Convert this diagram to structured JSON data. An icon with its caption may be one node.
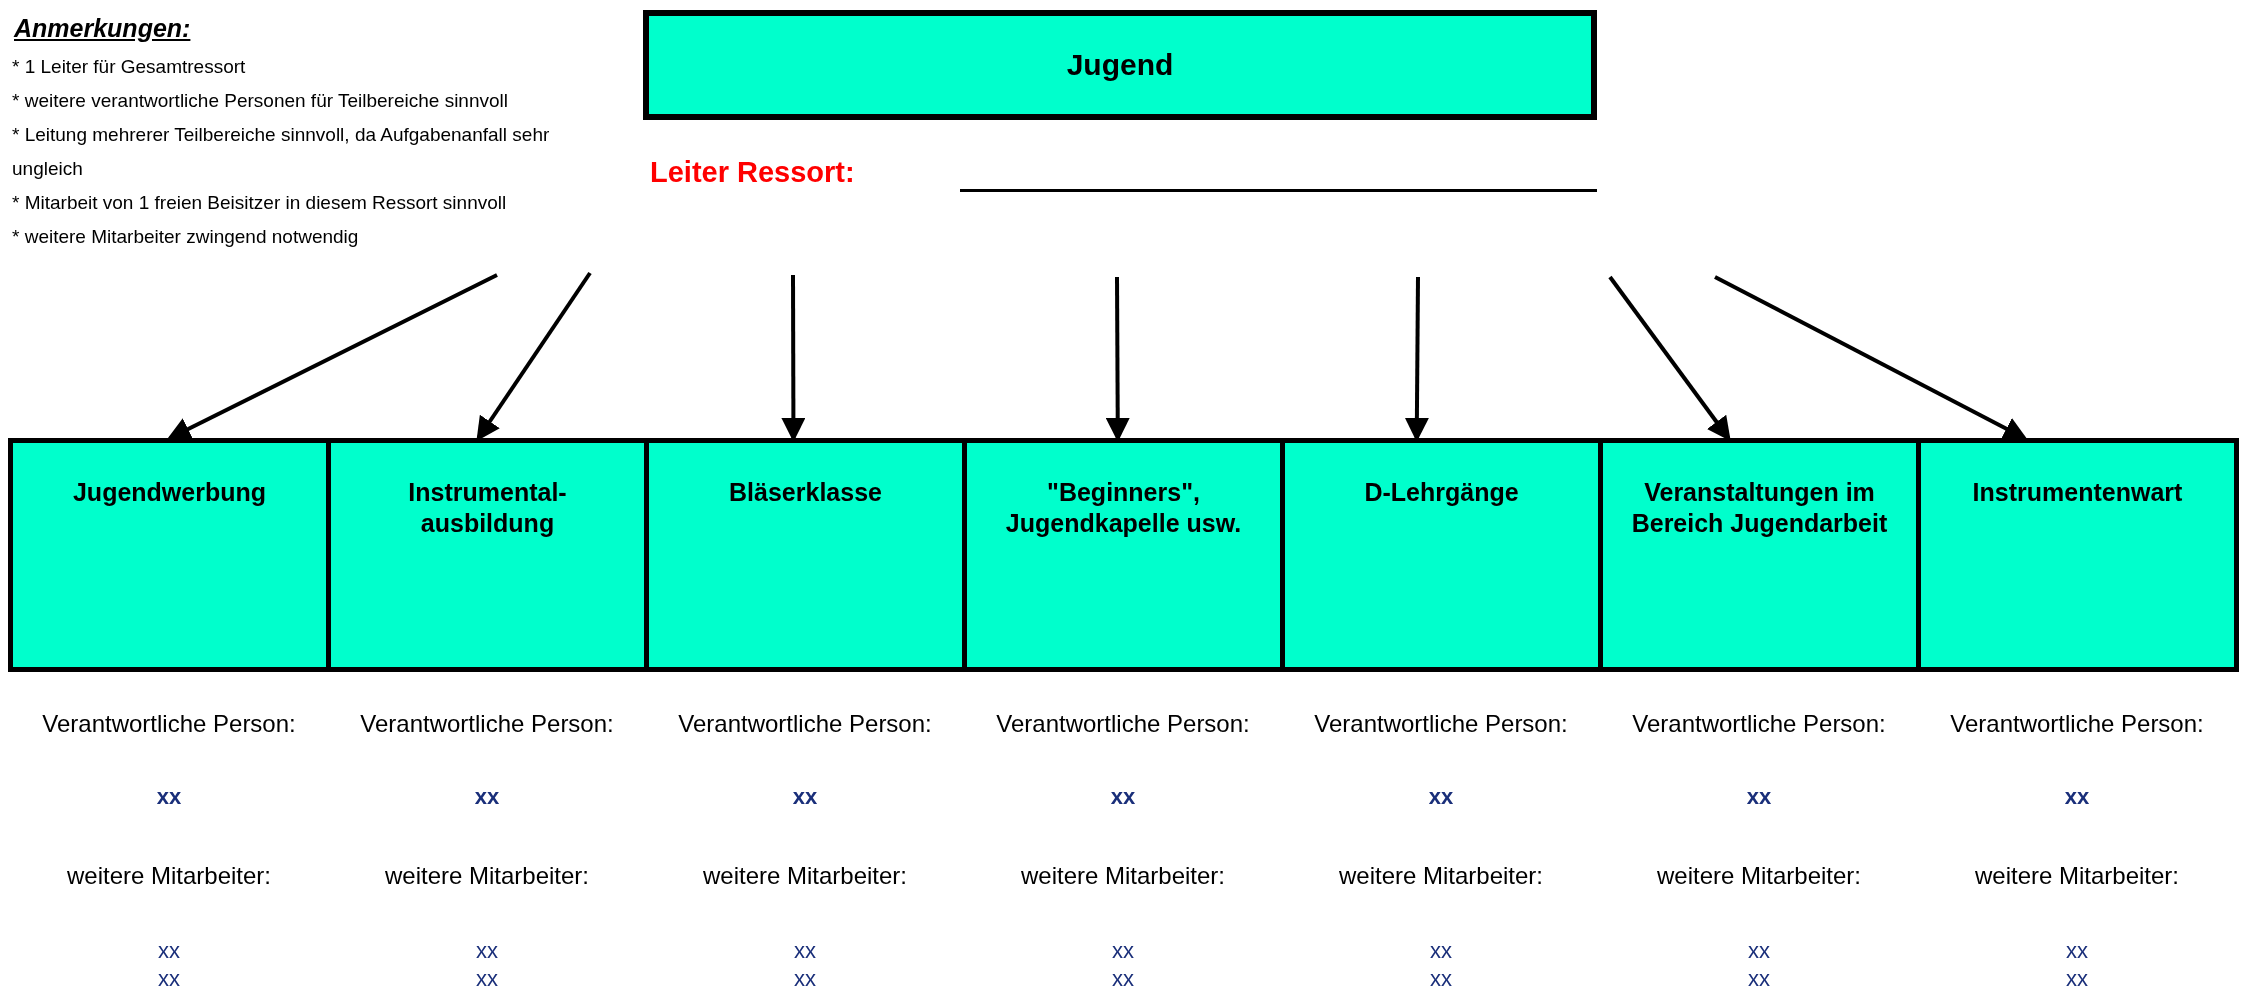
{
  "diagram": {
    "nodes": [
      {
        "text": [
          "Jugend"
        ]
      },
      {
        "text": [
          "Jugendwerbung"
        ],
        "beside": [
          "Verantwortliche Person:",
          "xx",
          "weitere Mitarbeiter:",
          "xx",
          "xx"
        ]
      },
      {
        "text": [
          "Instrumental-ausbildung"
        ],
        "beside": [
          "Verantwortliche Person:",
          "xx",
          "weitere Mitarbeiter:",
          "xx",
          "xx"
        ]
      },
      {
        "text": [
          "Bläserklasse"
        ],
        "beside": [
          "Verantwortliche Person:",
          "xx",
          "weitere Mitarbeiter:",
          "xx",
          "xx"
        ]
      },
      {
        "text": [
          "\"Beginners\", Jugendkapelle usw."
        ],
        "beside": [
          "Verantwortliche Person:",
          "xx",
          "weitere Mitarbeiter:",
          "xx",
          "xx"
        ]
      },
      {
        "text": [
          "D-Lehrgänge"
        ],
        "beside": [
          "Verantwortliche Person:",
          "xx",
          "weitere Mitarbeiter:",
          "xx",
          "xx"
        ]
      },
      {
        "text": [
          "Veranstaltungen im Bereich Jugendarbeit"
        ],
        "beside": [
          "Verantwortliche Person:",
          "xx",
          "weitere Mitarbeiter:",
          "xx",
          "xx"
        ]
      },
      {
        "text": [
          "Instrumentenwart"
        ],
        "beside": [
          "Verantwortliche Person:",
          "xx",
          "weitere Mitarbeiter:",
          "xx",
          "xx"
        ]
      }
    ],
    "edges": [
      {
        "from": null,
        "to": 1,
        "arrow": "to"
      },
      {
        "from": null,
        "to": 2,
        "arrow": "to"
      },
      {
        "from": null,
        "to": 3,
        "arrow": "to"
      },
      {
        "from": null,
        "to": 4,
        "arrow": "to"
      },
      {
        "from": null,
        "to": 5,
        "arrow": "to"
      },
      {
        "from": null,
        "to": 6,
        "arrow": "to"
      },
      {
        "from": null,
        "to": 7,
        "arrow": "to"
      }
    ],
    "labels": [
      "Anmerkungen:",
      "* 1 Leiter für Gesamtressort",
      "* weitere verantwortliche Personen für Teilbereiche sinnvoll",
      "* Leitung mehrerer Teilbereiche sinnvoll, da Aufgabenanfall sehr ungleich",
      "* Mitarbeit von 1 freien Beisitzer in diesem Ressort sinnvoll",
      "* weitere Mitarbeiter zwingend notwendig",
      "Leiter Ressort:"
    ]
  }
}
